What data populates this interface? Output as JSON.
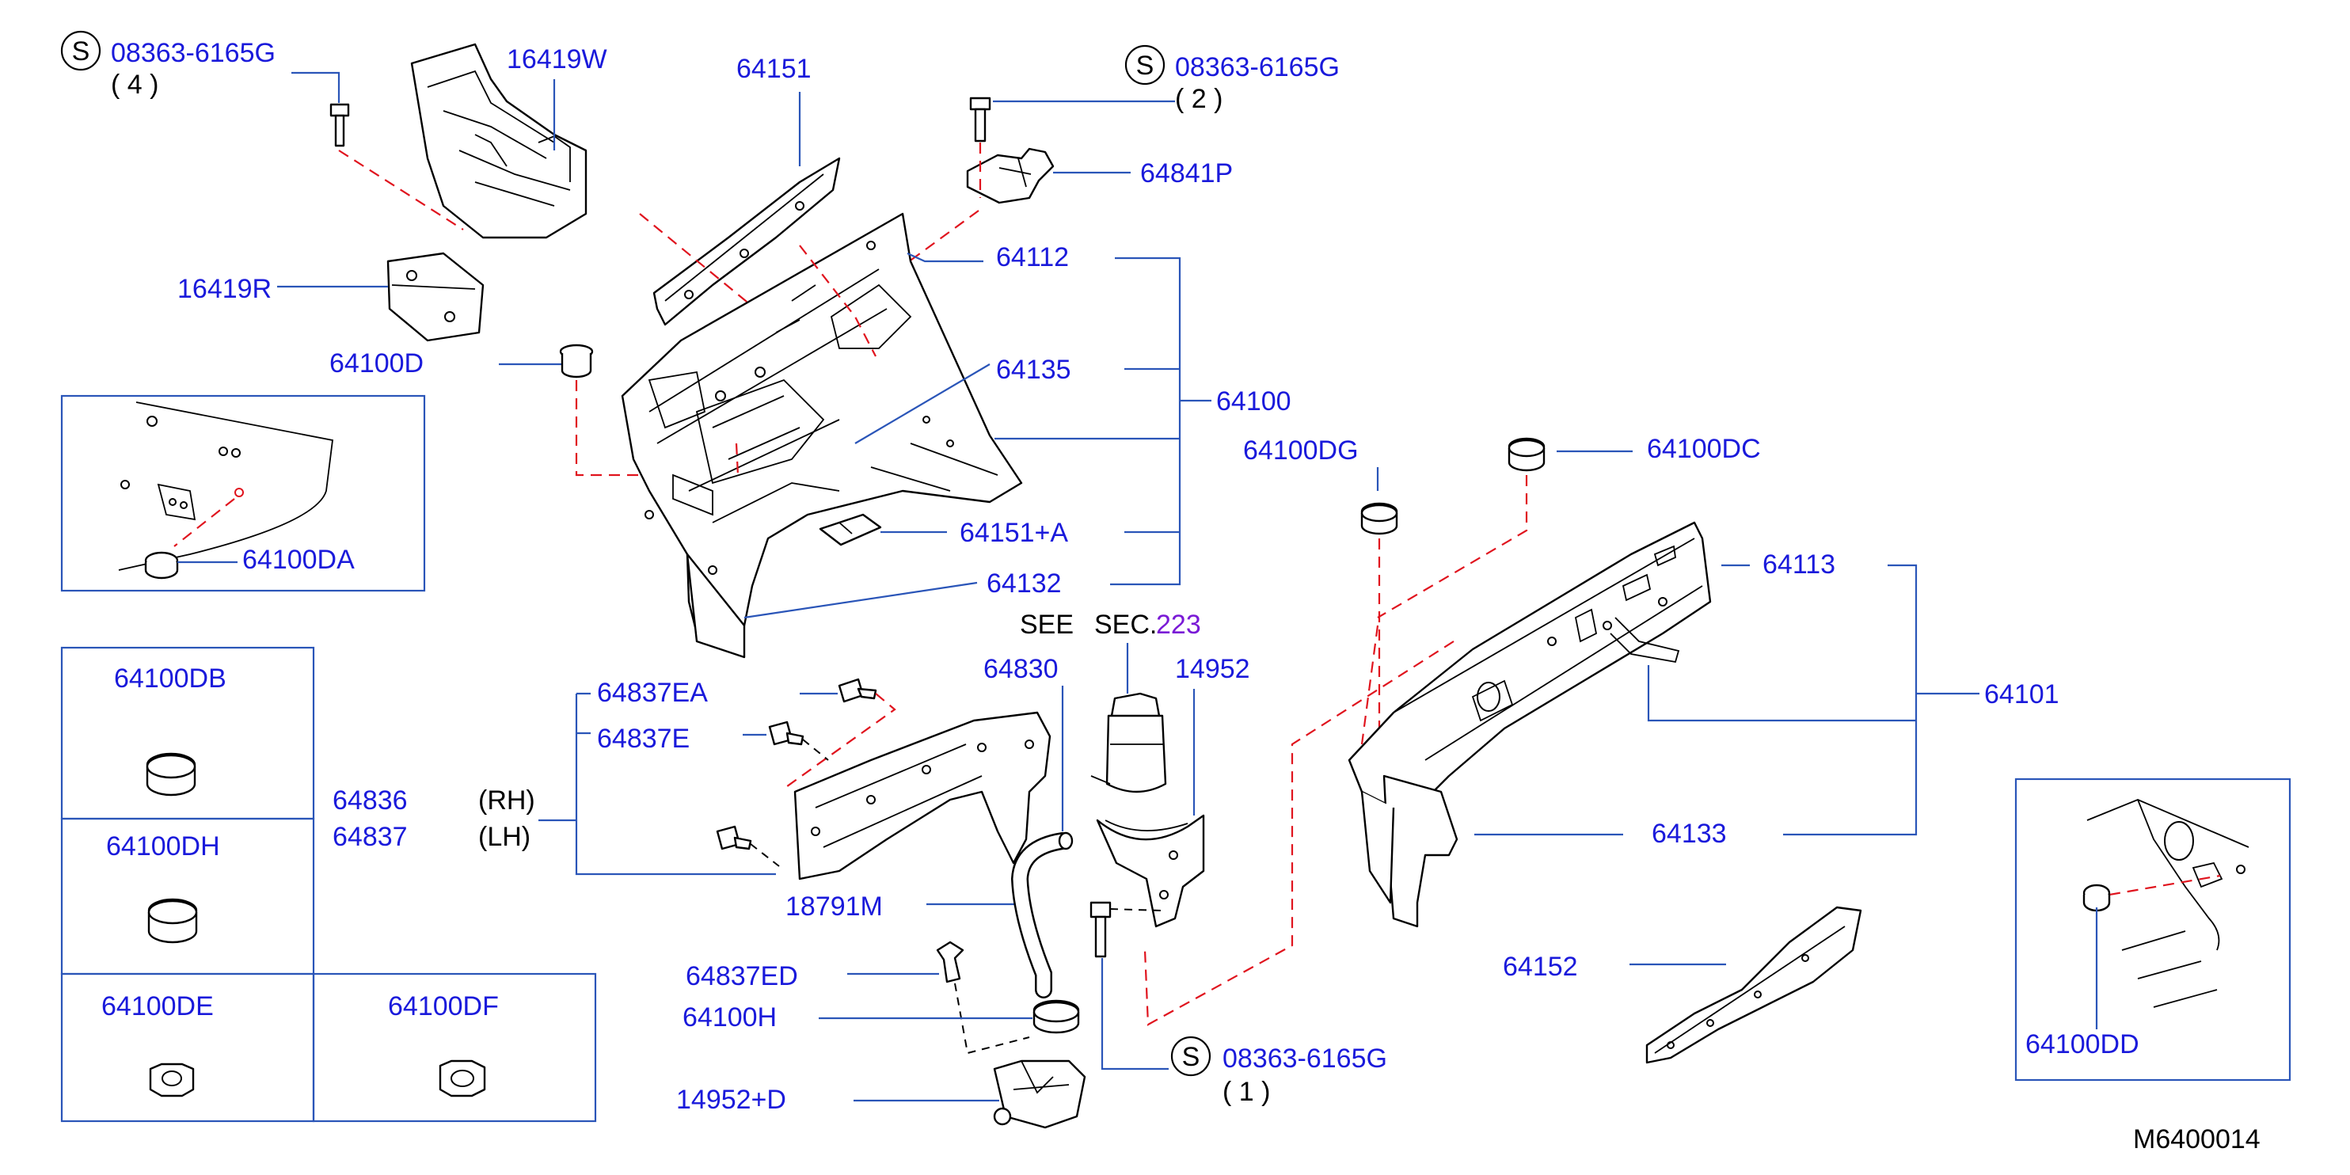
{
  "diagram": {
    "figure_id": "M6400014",
    "see_section": {
      "see": "SEE",
      "sec": "SEC.",
      "num": "223"
    },
    "screw_symbol": "S",
    "screws": [
      {
        "part": "08363-6165G",
        "qty": "( 4 )"
      },
      {
        "part": "08363-6165G",
        "qty": "( 2 )"
      },
      {
        "part": "08363-6165G",
        "qty": "( 1 )"
      }
    ],
    "labels": {
      "p16419W": "16419W",
      "p16419R": "16419R",
      "p64151": "64151",
      "p64841P": "64841P",
      "p64112": "64112",
      "p64135": "64135",
      "p64100": "64100",
      "p64100D": "64100D",
      "p64100DA": "64100DA",
      "p64151A": "64151+A",
      "p64132": "64132",
      "p64100DG": "64100DG",
      "p64100DC": "64100DC",
      "p64113": "64113",
      "p64101": "64101",
      "p64133": "64133",
      "p64152": "64152",
      "p64100DD": "64100DD",
      "p64100DB": "64100DB",
      "p64100DH": "64100DH",
      "p64100DE": "64100DE",
      "p64100DF": "64100DF",
      "p64836": "64836",
      "p64837": "64837",
      "rh": "(RH)",
      "lh": "(LH)",
      "p64837EA": "64837EA",
      "p64837E": "64837E",
      "p64830": "64830",
      "p14952": "14952",
      "p18791M": "18791M",
      "p64837ED": "64837ED",
      "p64100H": "64100H",
      "p14952D": "14952+D"
    }
  }
}
